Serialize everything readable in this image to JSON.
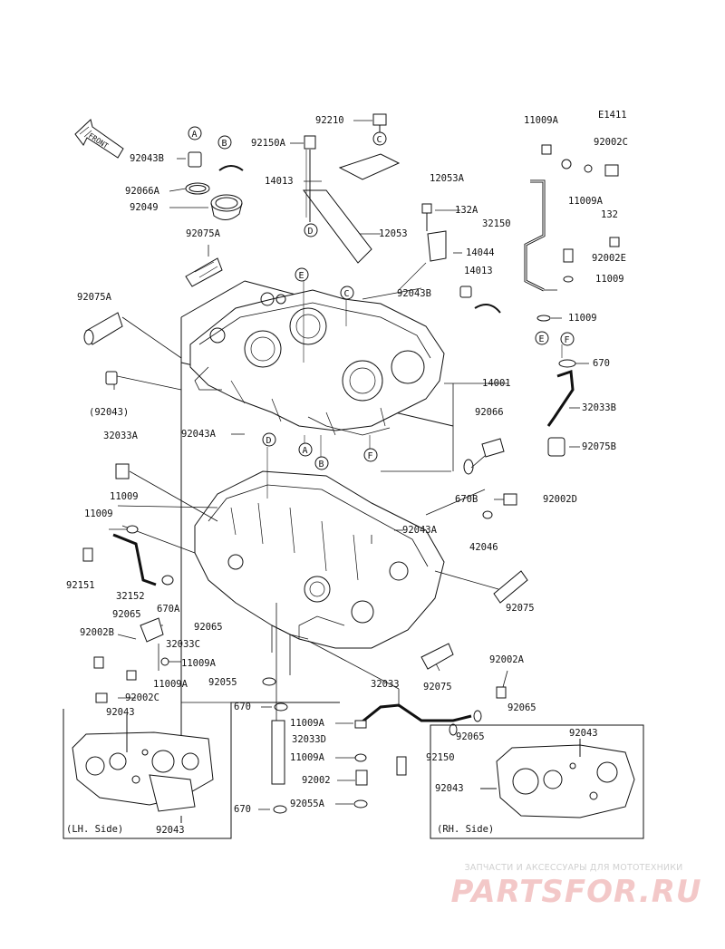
{
  "diagram": {
    "code": "E1411",
    "front_label": "FRONT",
    "callouts": [
      "A",
      "B",
      "C",
      "D",
      "E",
      "F"
    ],
    "labels": [
      {
        "id": "l92210",
        "text": "92210"
      },
      {
        "id": "l92150A",
        "text": "92150A"
      },
      {
        "id": "l92043B_top",
        "text": "92043B"
      },
      {
        "id": "l92066A",
        "text": "92066A"
      },
      {
        "id": "l92049",
        "text": "92049"
      },
      {
        "id": "l92075A_1",
        "text": "92075A"
      },
      {
        "id": "l92075A_2",
        "text": "92075A"
      },
      {
        "id": "l92043p",
        "text": "(92043)"
      },
      {
        "id": "l14013_1",
        "text": "14013"
      },
      {
        "id": "l12053",
        "text": "12053"
      },
      {
        "id": "l12053A",
        "text": "12053A"
      },
      {
        "id": "l132A",
        "text": "132A"
      },
      {
        "id": "l14044",
        "text": "14044"
      },
      {
        "id": "l92043B_mid",
        "text": "92043B"
      },
      {
        "id": "l14013_2",
        "text": "14013"
      },
      {
        "id": "l11009A_1",
        "text": "11009A"
      },
      {
        "id": "l92002C",
        "text": "92002C"
      },
      {
        "id": "l11009A_2",
        "text": "11009A"
      },
      {
        "id": "l32150",
        "text": "32150"
      },
      {
        "id": "l132",
        "text": "132"
      },
      {
        "id": "l92002E",
        "text": "92002E"
      },
      {
        "id": "l11009_1",
        "text": "11009"
      },
      {
        "id": "l11009_2",
        "text": "11009"
      },
      {
        "id": "l670_r",
        "text": "670"
      },
      {
        "id": "l32033B",
        "text": "32033B"
      },
      {
        "id": "l92075B",
        "text": "92075B"
      },
      {
        "id": "l14001",
        "text": "14001"
      },
      {
        "id": "l92066",
        "text": "92066"
      },
      {
        "id": "l92043A_1",
        "text": "92043A"
      },
      {
        "id": "l32033A",
        "text": "32033A"
      },
      {
        "id": "l670B",
        "text": "670B"
      },
      {
        "id": "l92002D",
        "text": "92002D"
      },
      {
        "id": "l11009_3",
        "text": "11009"
      },
      {
        "id": "l11009_4",
        "text": "11009"
      },
      {
        "id": "l92043A_2",
        "text": "92043A"
      },
      {
        "id": "l42046",
        "text": "42046"
      },
      {
        "id": "l92151",
        "text": "92151"
      },
      {
        "id": "l32152",
        "text": "32152"
      },
      {
        "id": "l670A",
        "text": "670A"
      },
      {
        "id": "l92075_1",
        "text": "92075"
      },
      {
        "id": "l92065_1",
        "text": "92065"
      },
      {
        "id": "l92065_2",
        "text": "92065"
      },
      {
        "id": "l92002B",
        "text": "92002B"
      },
      {
        "id": "l32033C",
        "text": "32033C"
      },
      {
        "id": "l11009A_3",
        "text": "11009A"
      },
      {
        "id": "l11009A_4",
        "text": "11009A"
      },
      {
        "id": "l92055",
        "text": "92055"
      },
      {
        "id": "l92002C_b",
        "text": "92002C"
      },
      {
        "id": "l92075_2",
        "text": "92075"
      },
      {
        "id": "l92002A",
        "text": "92002A"
      },
      {
        "id": "l32033",
        "text": "32033"
      },
      {
        "id": "l92065_3",
        "text": "92065"
      },
      {
        "id": "l670_l",
        "text": "670"
      },
      {
        "id": "l11009A_5",
        "text": "11009A"
      },
      {
        "id": "l32033D",
        "text": "32033D"
      },
      {
        "id": "l11009A_6",
        "text": "11009A"
      },
      {
        "id": "l92002",
        "text": "92002"
      },
      {
        "id": "l670_l2",
        "text": "670"
      },
      {
        "id": "l92055A",
        "text": "92055A"
      },
      {
        "id": "l92065_4",
        "text": "92065"
      },
      {
        "id": "l92150",
        "text": "92150"
      },
      {
        "id": "l92043_lh1",
        "text": "92043"
      },
      {
        "id": "l92043_lh2",
        "text": "92043"
      },
      {
        "id": "l92043_rh1",
        "text": "92043"
      },
      {
        "id": "l92043_rh2",
        "text": "92043"
      }
    ],
    "lh_side": "(LH. Side)",
    "rh_side": "(RH. Side)"
  },
  "watermark": {
    "top_text": "ЗАПЧАСТИ И АКСЕССУАРЫ ДЛЯ МОТОТЕХНИКИ",
    "logo_text": "PARTSFOR.RU"
  }
}
